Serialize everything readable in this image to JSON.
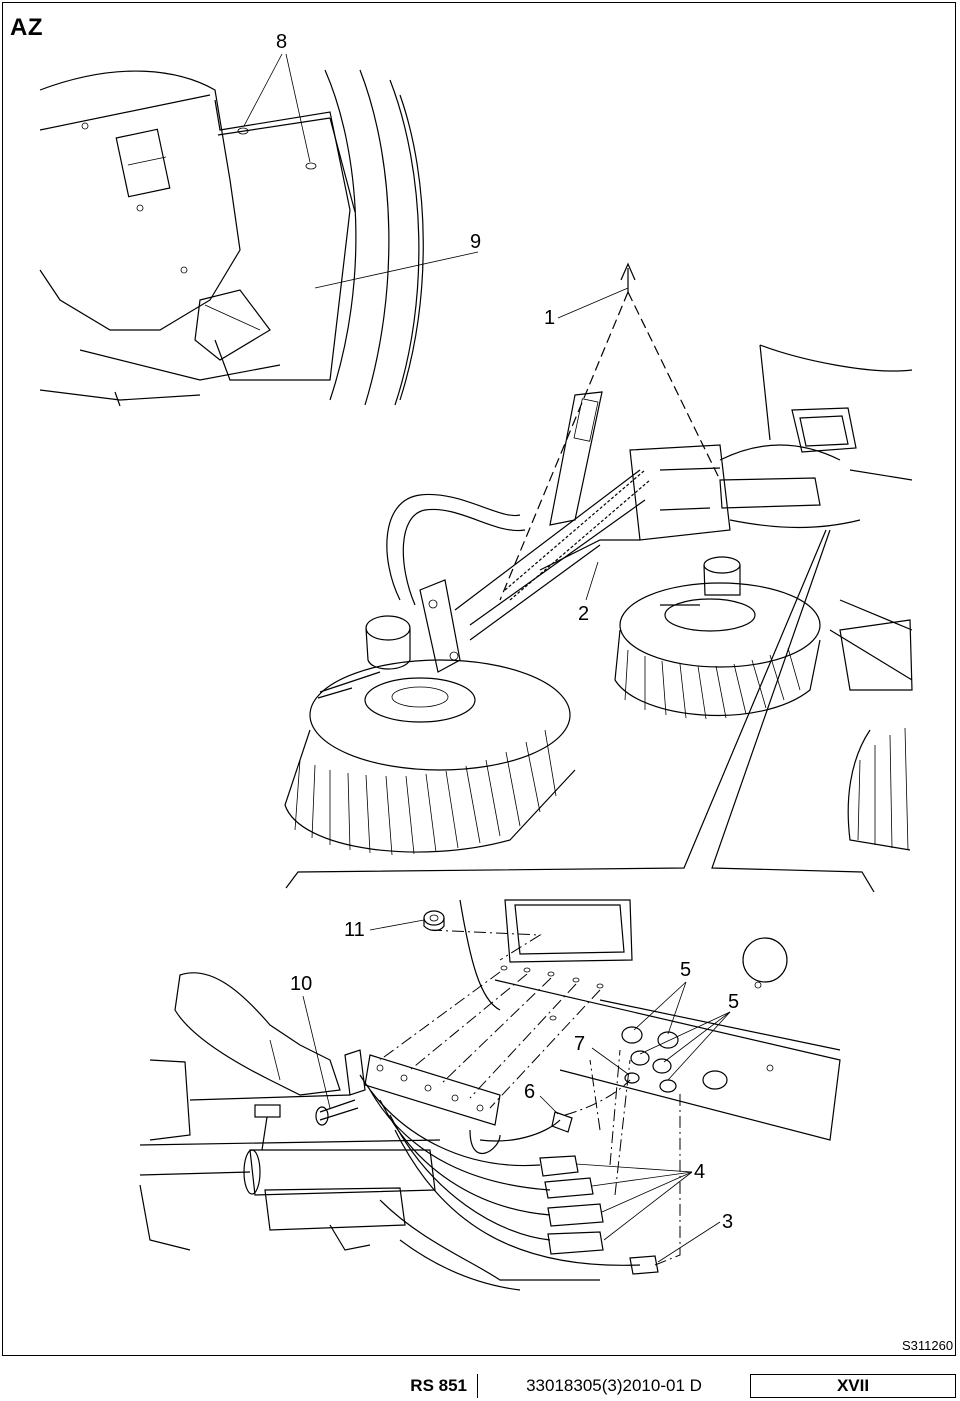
{
  "sheet": {
    "corner_title": "AZ",
    "drawing_id": "S311260"
  },
  "callouts": {
    "c1": "1",
    "c2": "2",
    "c3": "3",
    "c4": "4",
    "c5a": "5",
    "c5b": "5",
    "c6": "6",
    "c7": "7",
    "c8": "8",
    "c9": "9",
    "c10": "10",
    "c11": "11"
  },
  "footer": {
    "model": "RS 851",
    "document": "33018305(3)2010-01 D",
    "page": "XVII"
  }
}
